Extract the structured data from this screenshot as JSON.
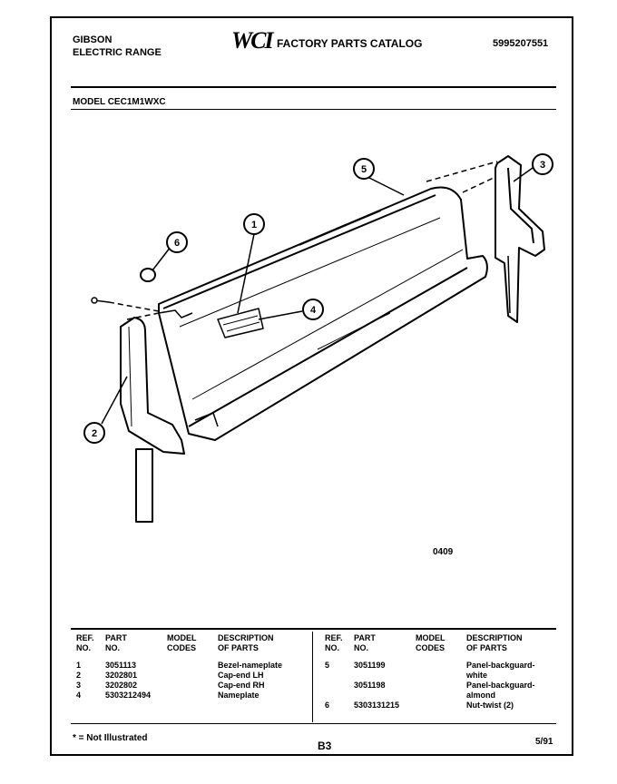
{
  "header": {
    "brand_line1": "GIBSON",
    "brand_line2": "ELECTRIC RANGE",
    "logo": "WCI",
    "catalog_title": "FACTORY PARTS CATALOG",
    "catalog_number": "5995207551"
  },
  "model_line": "MODEL CEC1M1WXC",
  "diagram": {
    "code": "0409",
    "callouts": [
      "1",
      "2",
      "3",
      "4",
      "5",
      "6"
    ]
  },
  "parts_table": {
    "headers": {
      "ref_no": [
        "REF.",
        "NO."
      ],
      "part_no": [
        "PART",
        "NO."
      ],
      "model_codes": [
        "MODEL",
        "CODES"
      ],
      "description": [
        "DESCRIPTION",
        "OF PARTS"
      ]
    },
    "left_rows": [
      {
        "ref": "1",
        "part": "3051113",
        "codes": "",
        "desc": "Bezel-nameplate"
      },
      {
        "ref": "2",
        "part": "3202801",
        "codes": "",
        "desc": "Cap-end LH"
      },
      {
        "ref": "3",
        "part": "3202802",
        "codes": "",
        "desc": "Cap-end RH"
      },
      {
        "ref": "4",
        "part": "5303212494",
        "codes": "",
        "desc": "Nameplate"
      }
    ],
    "right_rows": [
      {
        "ref": "5",
        "part": "3051199",
        "codes": "",
        "desc": "Panel-backguard-"
      },
      {
        "ref": "",
        "part": "",
        "codes": "",
        "desc": "white"
      },
      {
        "ref": "",
        "part": "3051198",
        "codes": "",
        "desc": "Panel-backguard-"
      },
      {
        "ref": "",
        "part": "",
        "codes": "",
        "desc": "almond"
      },
      {
        "ref": "6",
        "part": "5303131215",
        "codes": "",
        "desc": "Nut-twist (2)"
      }
    ]
  },
  "footer": {
    "note": "* = Not Illustrated",
    "page": "B3",
    "date": "5/91"
  }
}
